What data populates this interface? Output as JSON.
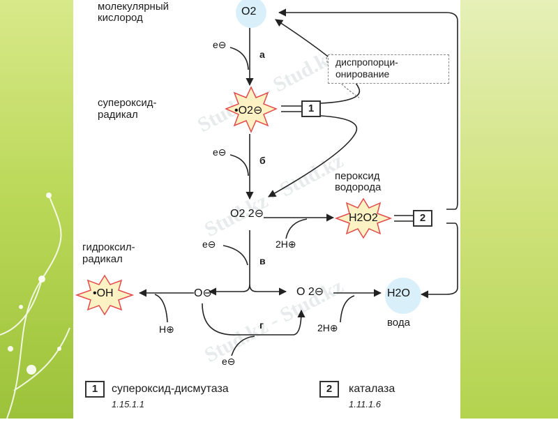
{
  "labels": {
    "molecular_oxygen_line1": "молекулярный",
    "molecular_oxygen_line2": "кислород",
    "superoxide_line1": "супероксид-",
    "superoxide_line2": "радикал",
    "hydroxyl_line1": "гидроксил-",
    "hydroxyl_line2": "радикал",
    "peroxide_line1": "пероксид",
    "peroxide_line2": "водорода",
    "dispro_line1": "диспропорци-",
    "dispro_line2": "онирование",
    "water": "вода"
  },
  "steps": {
    "a": "а",
    "b": "б",
    "v": "в",
    "g": "г"
  },
  "species": {
    "o2": "O2",
    "superoxide": "•O2⊖",
    "peroxide_ion": "O2 2⊖",
    "h2o2": "H2O2",
    "h2o": "H2O",
    "oh": "•OH",
    "o_minus": "O⊖",
    "o_2minus": "O 2⊖"
  },
  "reagents": {
    "e1": "e⊖",
    "e2": "e⊖",
    "e3": "e⊖",
    "e4": "e⊖",
    "twoH1": "2H⊕",
    "twoH2": "2H⊕",
    "H": "H⊕"
  },
  "enzymes": {
    "box1": "1",
    "box2": "2",
    "enzyme1_name": "супероксид-дисмутаза",
    "enzyme1_ec": "1.15.1.1",
    "enzyme2_name": "каталаза",
    "enzyme2_ec": "1.11.1.6"
  },
  "watermark": "Stud.kz - Stud.kz",
  "colors": {
    "radical_fill": "#fdf2c4",
    "radical_stroke": "#e24a4a",
    "arrow": "#222222",
    "dispro_arrow": "#888888",
    "bg_green": "#bcd95a"
  }
}
